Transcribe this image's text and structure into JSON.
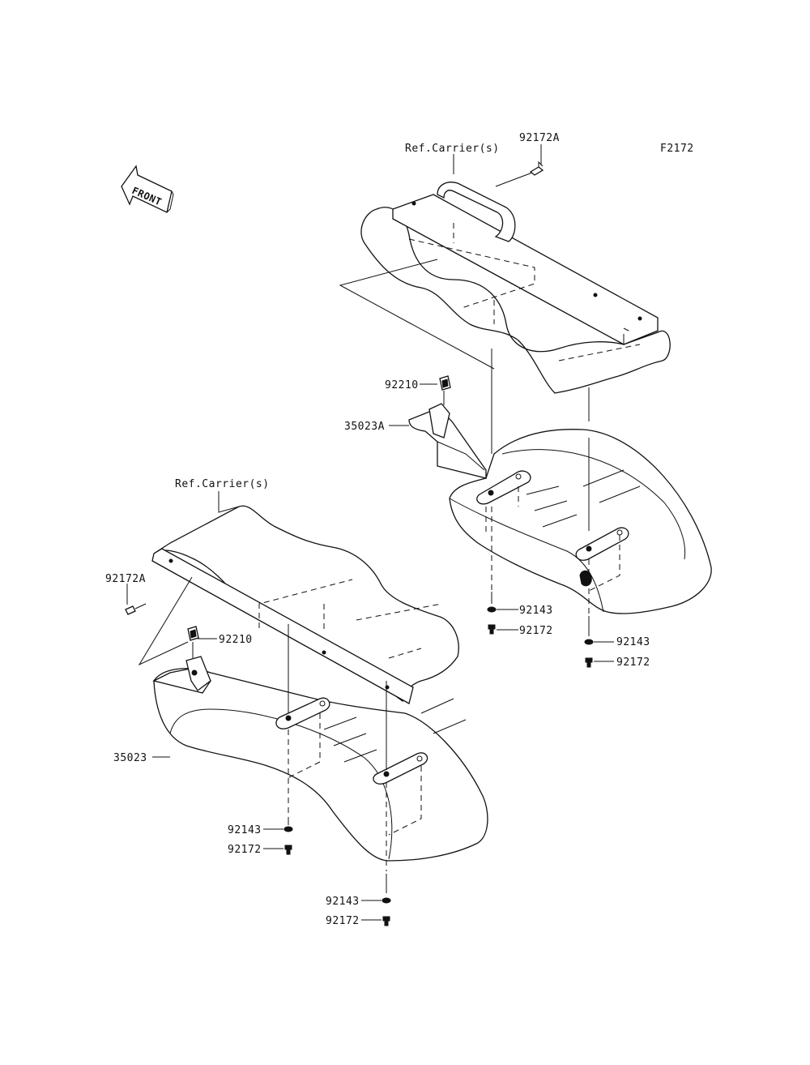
{
  "figure_code": "F2172",
  "front_label": "FRONT",
  "labels": {
    "ref_carrier_upper": "Ref.Carrier(s)",
    "bolt_92172A_upper": "92172A",
    "clip_92210_upper": "92210",
    "bracket_35023A": "35023A",
    "washer_92143_upper_a": "92143",
    "bolt_92172_upper_a": "92172",
    "washer_92143_upper_b": "92143",
    "bolt_92172_upper_b": "92172",
    "ref_carrier_lower": "Ref.Carrier(s)",
    "bolt_92172A_lower": "92172A",
    "clip_92210_lower": "92210",
    "bracket_35023": "35023",
    "washer_92143_lower_a": "92143",
    "bolt_92172_lower_a": "92172",
    "washer_92143_lower_b": "92143",
    "bolt_92172_lower_b": "92172"
  }
}
